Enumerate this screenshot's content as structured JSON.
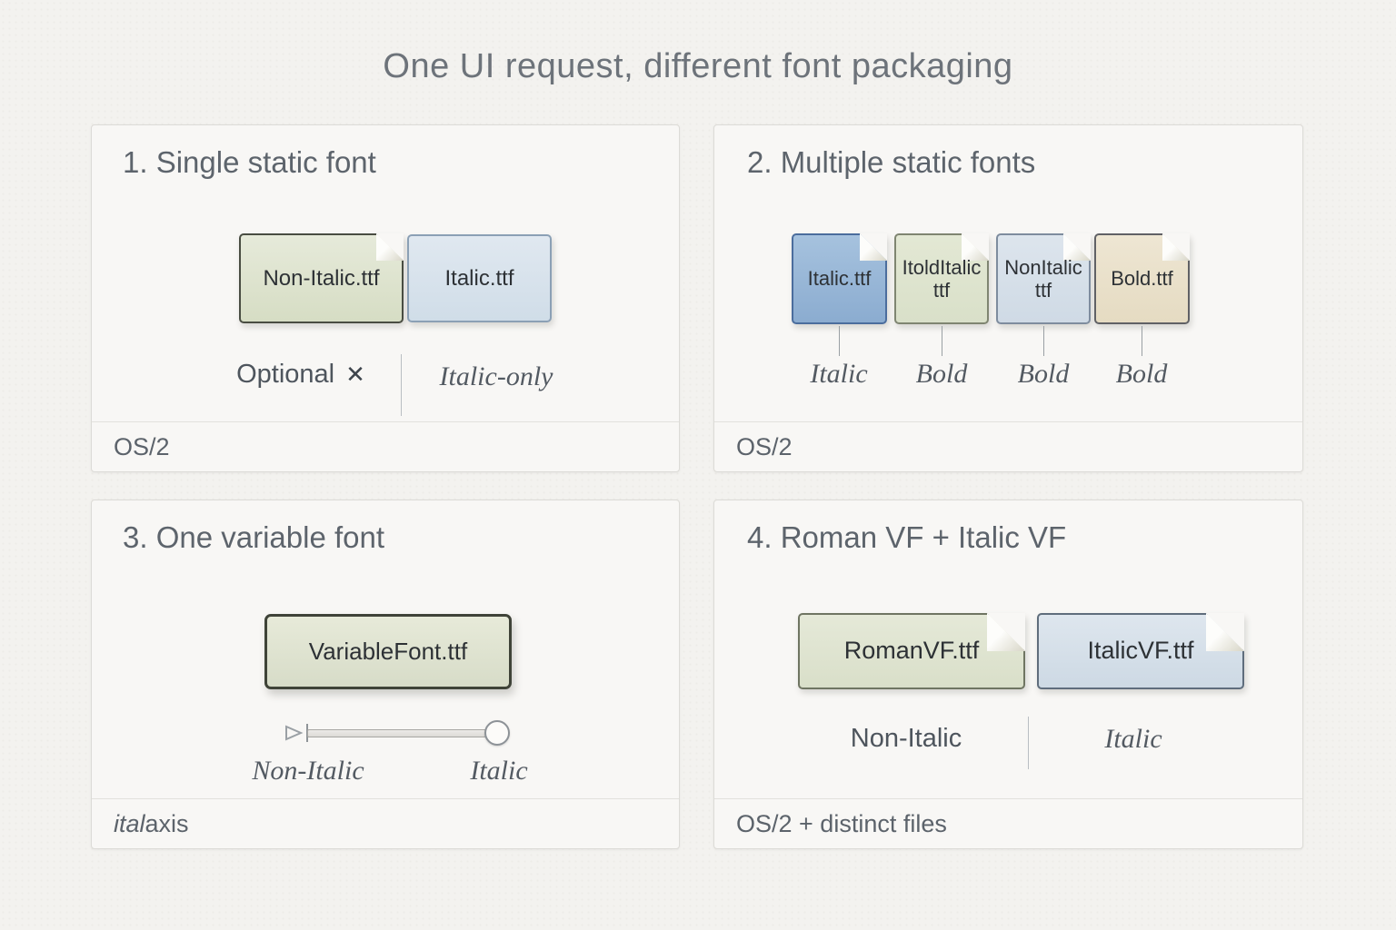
{
  "title": "One UI request, different font packaging",
  "colors": {
    "background": "#f3f2ef",
    "panel_background": "#f8f7f5",
    "heading_text": "#5d646c",
    "green_file": "#dde3cd",
    "pale_blue_file": "#d6e0ea",
    "mid_blue_file": "#96b6d8",
    "tan_file": "#eae1cc",
    "file_text": "#2d3135"
  },
  "panels": [
    {
      "heading": "1. Single static font",
      "files": [
        {
          "name": "Non-Italic.ttf"
        },
        {
          "name": "Italic.ttf"
        }
      ],
      "annotations": {
        "optional": "Optional",
        "optional_icon": "✕",
        "italic_only": "Italic-only"
      },
      "footer": "OS/2"
    },
    {
      "heading": "2. Multiple static fonts",
      "files": [
        {
          "name": "Italic.ttf",
          "style_label": "Italic"
        },
        {
          "name": "ItoldItalic ttf",
          "style_label": "Bold"
        },
        {
          "name": "NonItalic ttf",
          "style_label": "Bold"
        },
        {
          "name": "Bold.ttf",
          "style_label": "Bold"
        }
      ],
      "footer": "OS/2"
    },
    {
      "heading": "3. One variable font",
      "files": [
        {
          "name": "VariableFont.ttf"
        }
      ],
      "slider": {
        "min_label": "Non-Italic",
        "max_label": "Italic"
      },
      "footer_axis": "ital",
      "footer_suffix": " axis"
    },
    {
      "heading": "4. Roman VF + Italic VF",
      "files": [
        {
          "name": "RomanVF.ttf",
          "style_label": "Non-Italic"
        },
        {
          "name": "ItalicVF.ttf",
          "style_label": "Italic"
        }
      ],
      "footer": "OS/2 + distinct files"
    }
  ]
}
